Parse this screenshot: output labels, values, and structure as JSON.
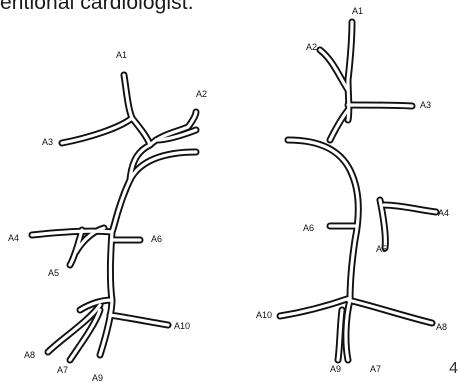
{
  "caption": "entional cardiologist.",
  "slide_number": "4",
  "left_diagram": {
    "labels": [
      "A1",
      "A2",
      "A3",
      "A4",
      "A5",
      "A6",
      "A8",
      "A7",
      "A9",
      "A10"
    ]
  },
  "right_diagram": {
    "labels": [
      "A1",
      "A2",
      "A3",
      "A4",
      "A5",
      "A6",
      "A10",
      "A9",
      "A7",
      "A8"
    ]
  },
  "colors": {
    "vessel": "#111111",
    "background": "#ffffff"
  }
}
